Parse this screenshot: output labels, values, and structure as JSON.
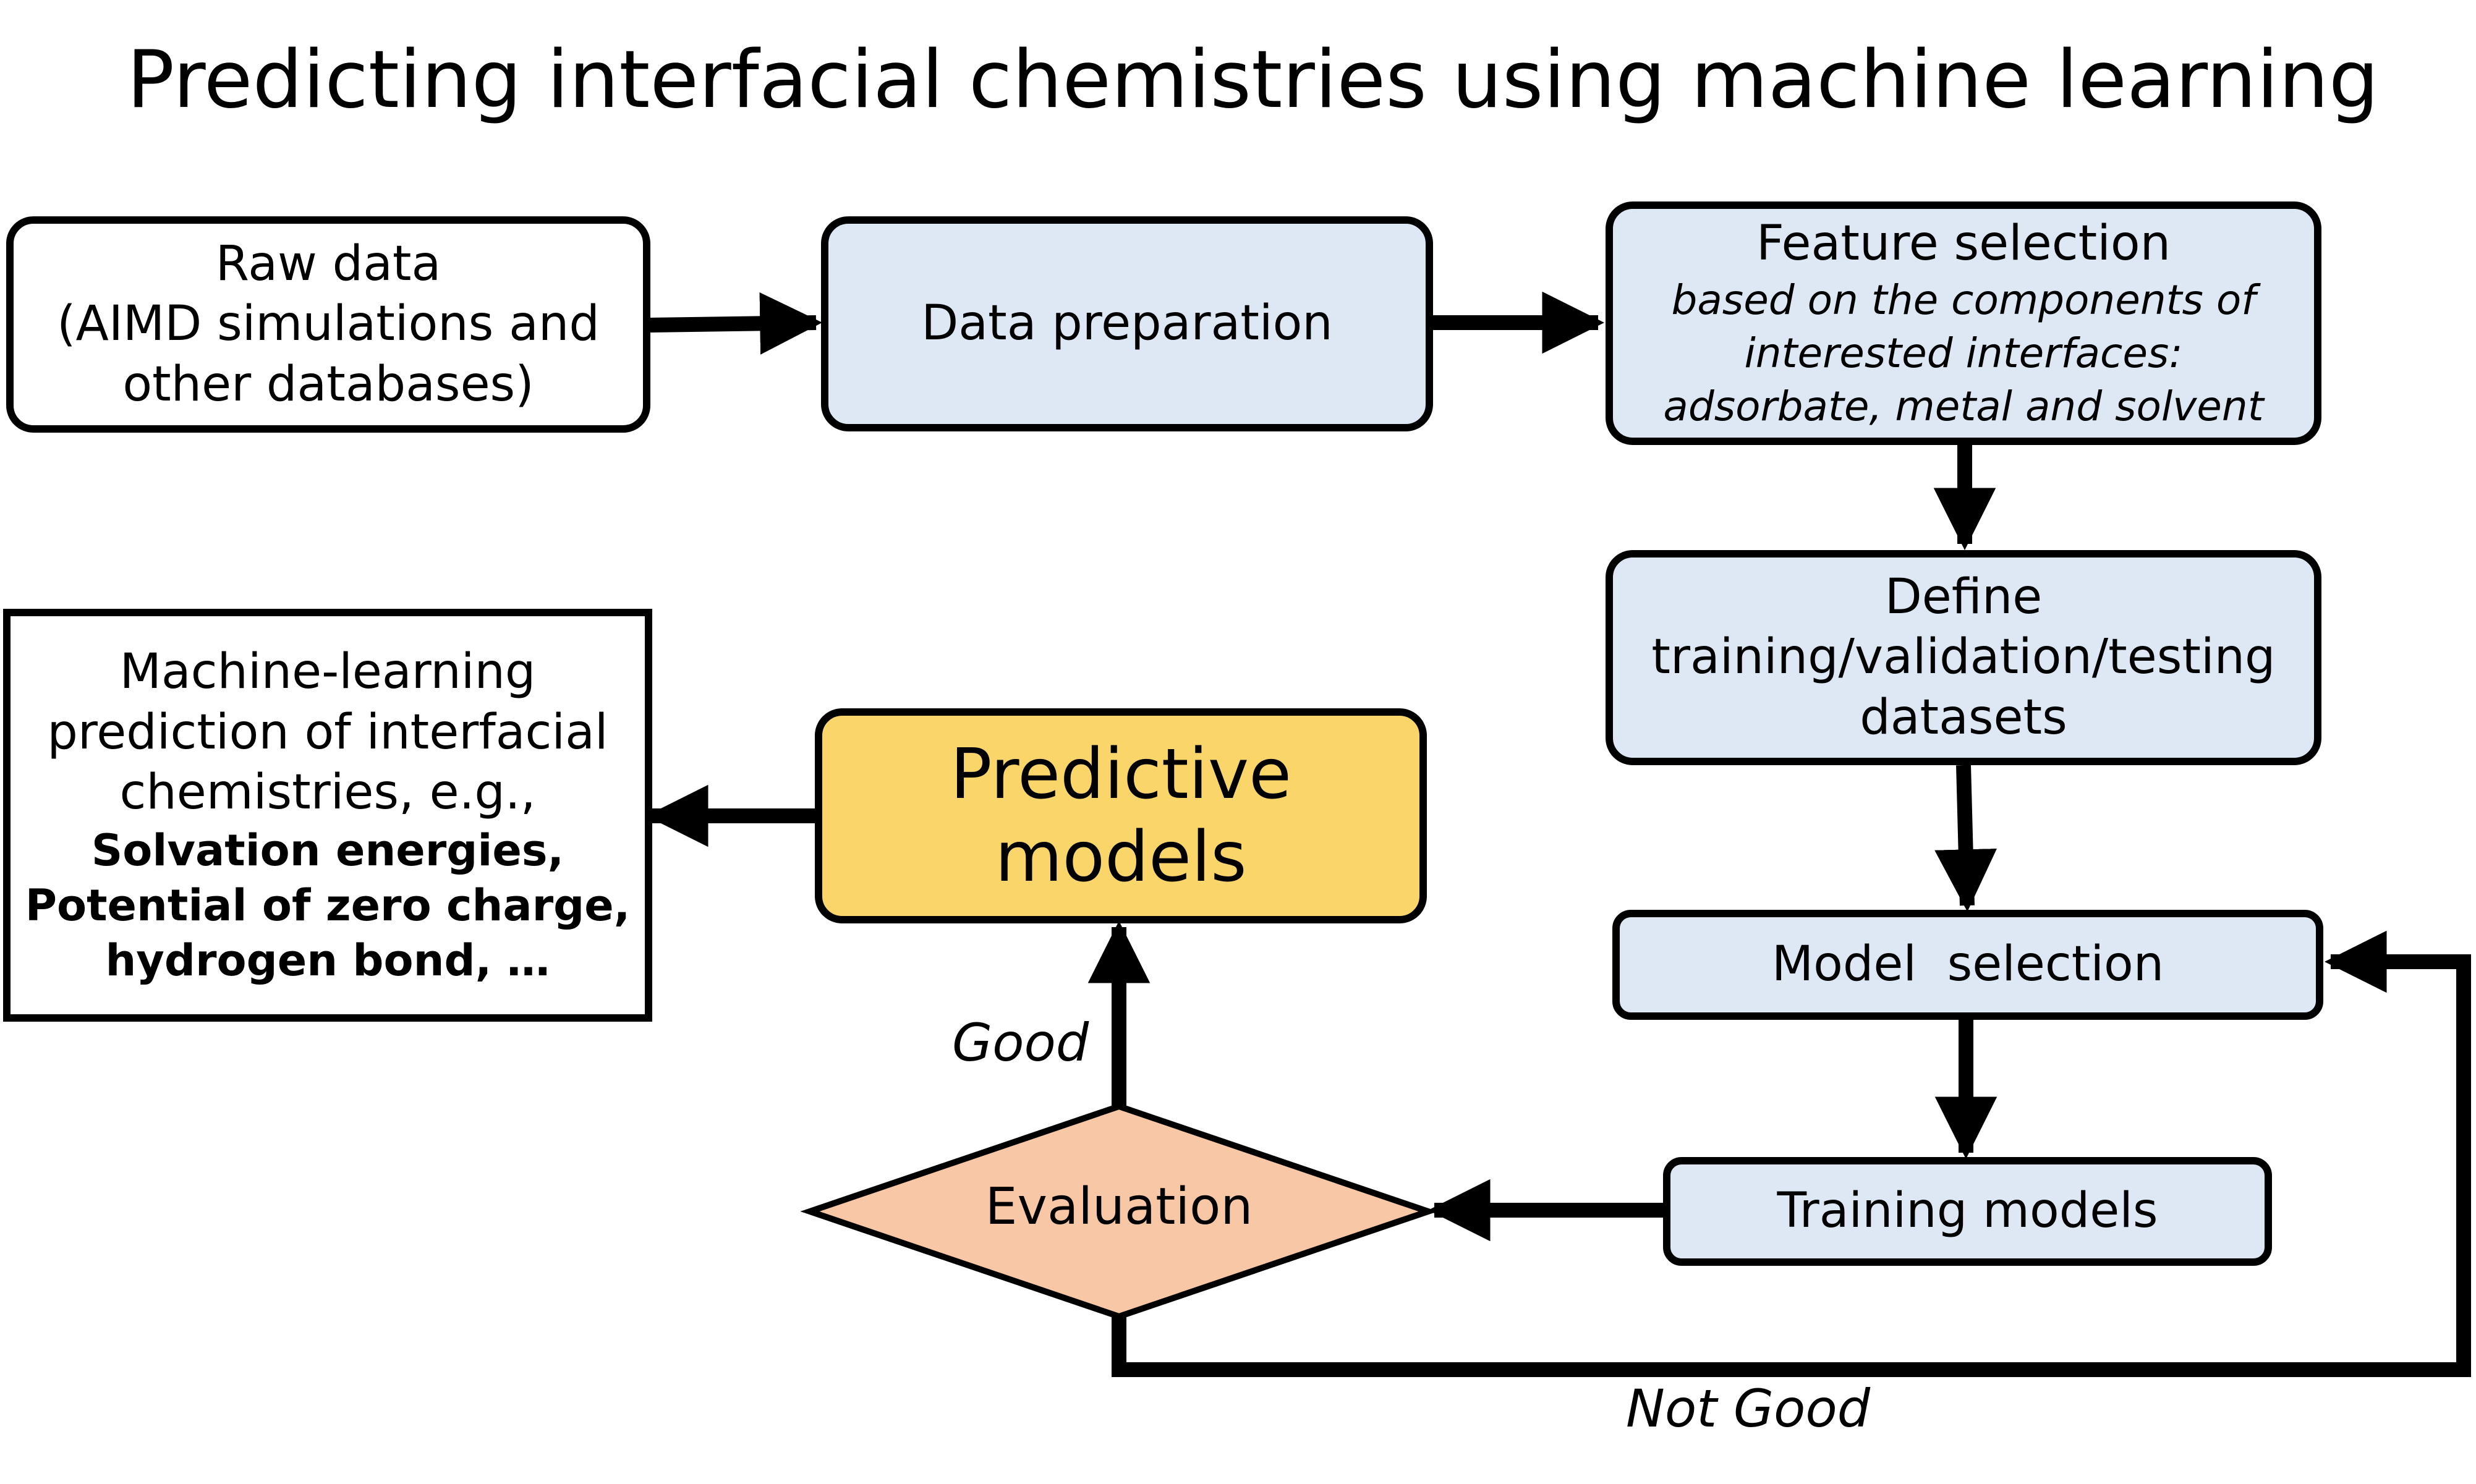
{
  "title": "Predicting interfacial chemistries using machine learning",
  "nodes": {
    "raw_data": {
      "lines": [
        "Raw data",
        "(AIMD simulations and",
        "other databases)"
      ]
    },
    "data_preparation": {
      "label": "Data preparation"
    },
    "feature_selection": {
      "heading": "Feature selection",
      "detail_lines": [
        "based on the components of",
        "interested interfaces:",
        "adsorbate, metal and solvent"
      ]
    },
    "define_datasets": {
      "lines": [
        "Define",
        "training/validation/testing",
        "datasets"
      ]
    },
    "model_selection": {
      "label": "Model  selection"
    },
    "training_models": {
      "label": "Training models"
    },
    "evaluation": {
      "label": "Evaluation"
    },
    "predictive_models": {
      "lines": [
        "Predictive",
        "models"
      ]
    },
    "output": {
      "lines": [
        "Machine-learning",
        "prediction of interfacial",
        "chemistries, e.g.,"
      ],
      "bold_lines": [
        "Solvation energies,",
        "Potential of zero charge,",
        "hydrogen bond, …"
      ]
    }
  },
  "edge_labels": {
    "good": "Good",
    "not_good": "Not Good"
  },
  "colors": {
    "process_fill": "#dde8f4",
    "predictive_fill": "#fad56a",
    "decision_fill": "#f7c7a6",
    "plain_fill": "#ffffff",
    "stroke": "#000000"
  }
}
